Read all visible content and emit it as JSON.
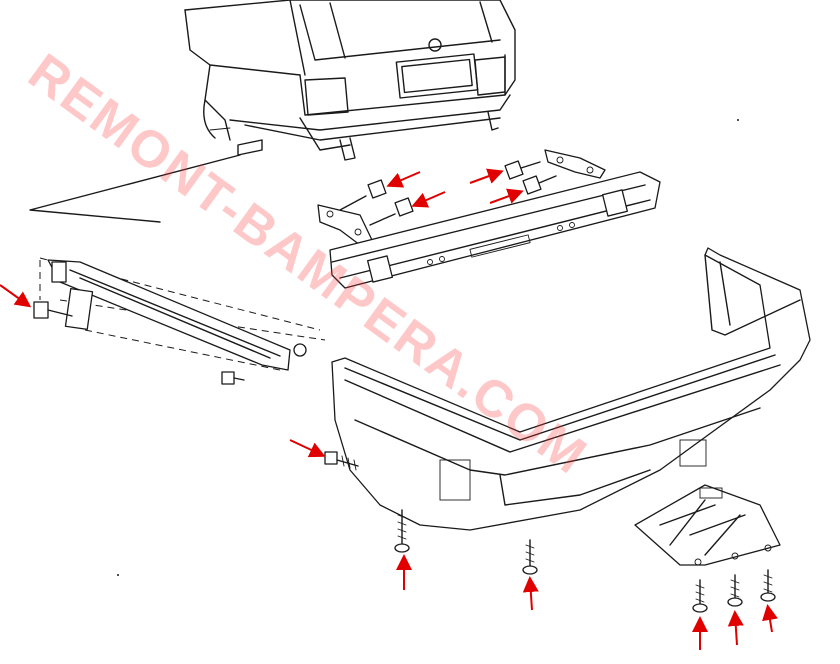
{
  "watermark": {
    "text": "REMONT-BAMPERA.COM",
    "color": "#ff3b3b"
  },
  "colors": {
    "line_art": "#1a1a1a",
    "arrow": "#e00000",
    "background": "#ffffff"
  },
  "components": [
    "car-rear-view",
    "bumper-reinforcement-beam",
    "reinforcement-brackets",
    "side-guide-bracket",
    "bumper-cover",
    "lower-skid-plate",
    "mounting-bolts"
  ]
}
